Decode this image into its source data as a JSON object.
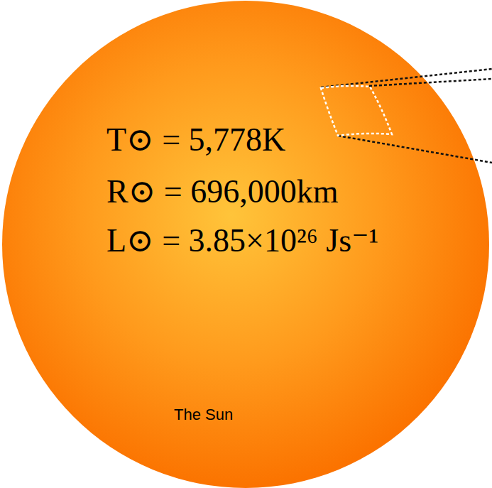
{
  "diagram": {
    "nodes": [
      {
        "text": [
          "T⊙ = 5,778K",
          "R⊙ = 696,000km",
          "L⊙ = 3.85×10²⁶ Js⁻¹",
          "The Sun"
        ]
      }
    ]
  }
}
